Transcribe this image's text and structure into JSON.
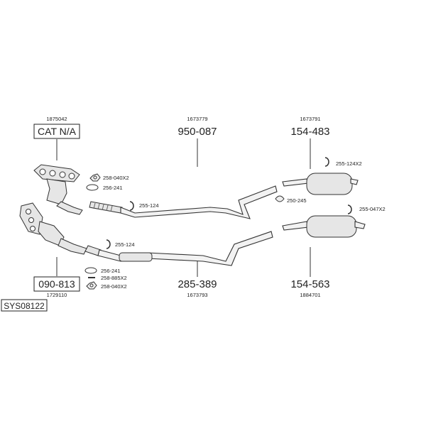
{
  "system_code": "SYS08122",
  "parts": {
    "cat_top": {
      "number": "CAT N/A",
      "ref": "1875042"
    },
    "cat_bottom": {
      "number": "090-813",
      "ref": "1729110"
    },
    "front_pipe_top": {
      "number": "950-087",
      "ref": "1673779"
    },
    "front_pipe_bottom": {
      "number": "285-389",
      "ref": "1673793"
    },
    "rear_top": {
      "number": "154-483",
      "ref": "1673791"
    },
    "rear_bottom": {
      "number": "154-563",
      "ref": "1884701"
    }
  },
  "fittings": {
    "nut_top": "258-040X2",
    "gasket_top": "256-241",
    "clamp_top": "255-124",
    "clamp_mid": "255-124",
    "gasket_bottom": "256-241",
    "bolt_bottom": "258-885X2",
    "nut_bottom": "258-040X2",
    "hanger_top": "255-124X2",
    "hanger_bottom": "255-047X2",
    "rubber_mid": "250-245"
  }
}
